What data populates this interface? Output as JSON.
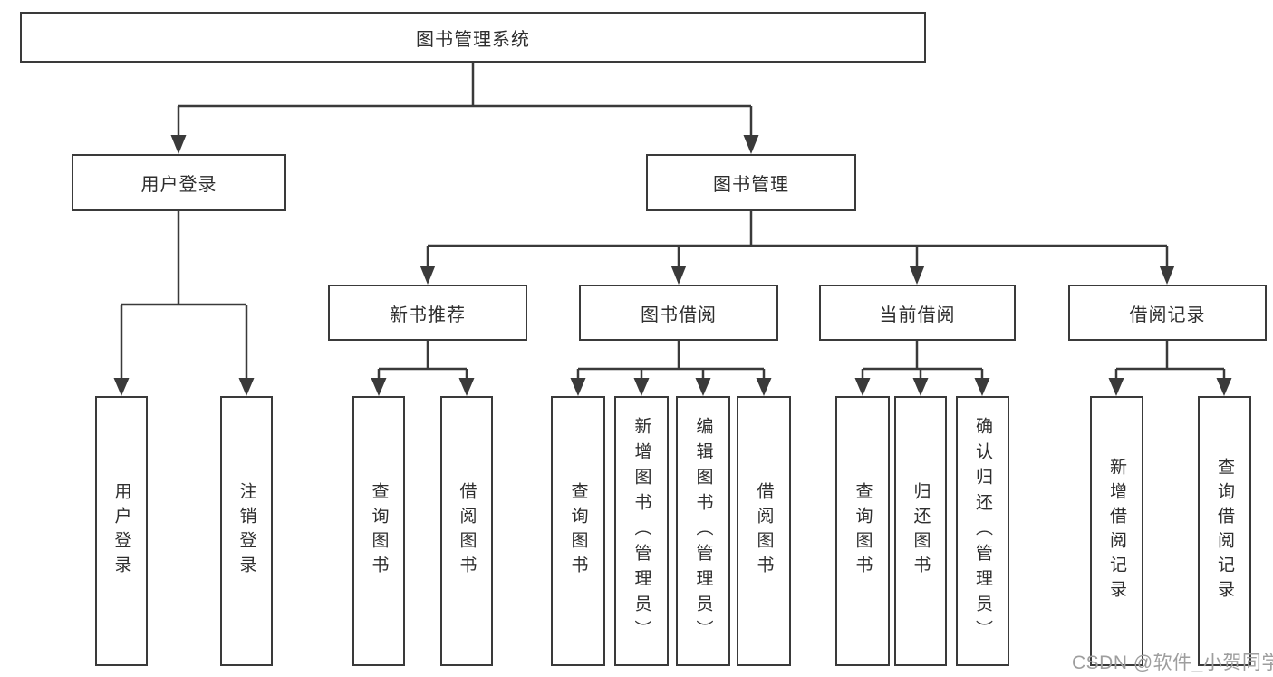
{
  "diagram": {
    "root": {
      "label": "图书管理系统"
    },
    "user_login": {
      "label": "用户登录",
      "children": [
        {
          "label": "用户登录"
        },
        {
          "label": "注销登录"
        }
      ]
    },
    "book_management": {
      "label": "图书管理",
      "modules": [
        {
          "label": "新书推荐",
          "children": [
            {
              "label": "查询图书"
            },
            {
              "label": "借阅图书"
            }
          ]
        },
        {
          "label": "图书借阅",
          "children": [
            {
              "label": "查询图书"
            },
            {
              "label": "新增图书（管理员）"
            },
            {
              "label": "编辑图书（管理员）"
            },
            {
              "label": "借阅图书"
            }
          ]
        },
        {
          "label": "当前借阅",
          "children": [
            {
              "label": "查询图书"
            },
            {
              "label": "归还图书"
            },
            {
              "label": "确认归还（管理员）"
            }
          ]
        },
        {
          "label": "借阅记录",
          "children": [
            {
              "label": "新增借阅记录"
            },
            {
              "label": "查询借阅记录"
            }
          ]
        }
      ]
    },
    "colors": {
      "line": "#3a3a3a",
      "text": "#2e2e2e",
      "watermark": "#9e9e9e",
      "background": "#ffffff"
    }
  },
  "watermark": {
    "text": "CSDN @软件_小贺同学"
  }
}
